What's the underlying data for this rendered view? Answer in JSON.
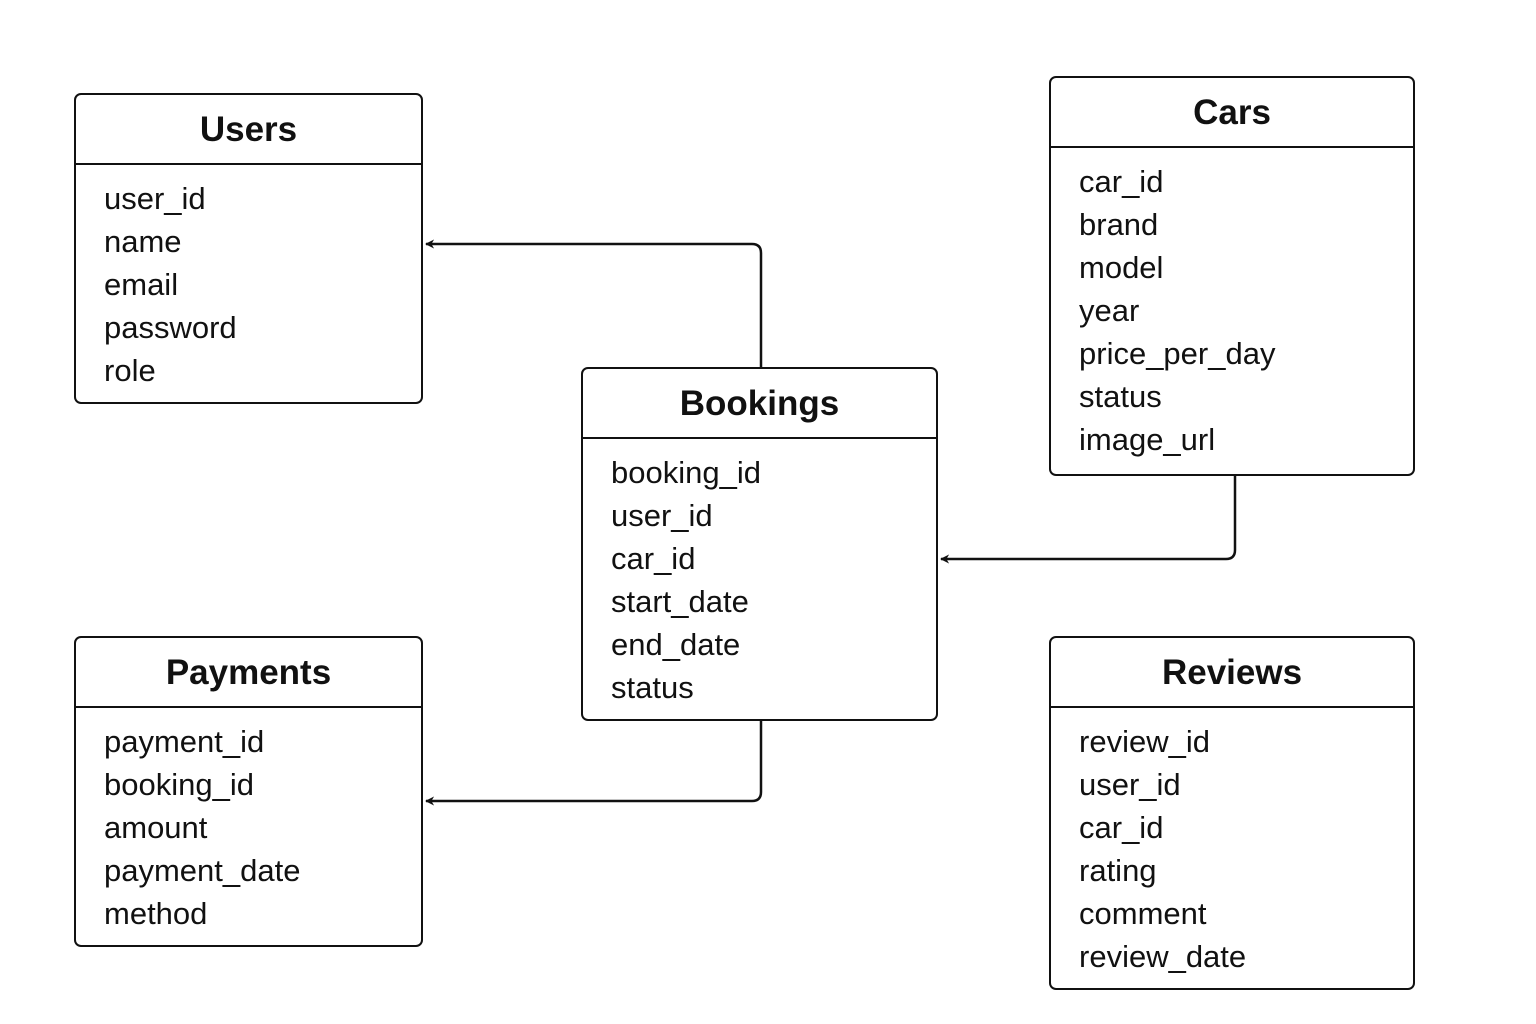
{
  "entities": {
    "users": {
      "title": "Users",
      "attributes": [
        "user_id",
        "name",
        "email",
        "password",
        "role"
      ]
    },
    "cars": {
      "title": "Cars",
      "attributes": [
        "car_id",
        "brand",
        "model",
        "year",
        "price_per_day",
        "status",
        "image_url"
      ]
    },
    "bookings": {
      "title": "Bookings",
      "attributes": [
        "booking_id",
        "user_id",
        "car_id",
        "start_date",
        "end_date",
        "status"
      ]
    },
    "payments": {
      "title": "Payments",
      "attributes": [
        "payment_id",
        "booking_id",
        "amount",
        "payment_date",
        "method"
      ]
    },
    "reviews": {
      "title": "Reviews",
      "attributes": [
        "review_id",
        "user_id",
        "car_id",
        "rating",
        "comment",
        "review_date"
      ]
    }
  },
  "relationships": [
    {
      "from": "Bookings",
      "to": "Users"
    },
    {
      "from": "Cars",
      "to": "Bookings"
    },
    {
      "from": "Bookings",
      "to": "Payments"
    }
  ]
}
